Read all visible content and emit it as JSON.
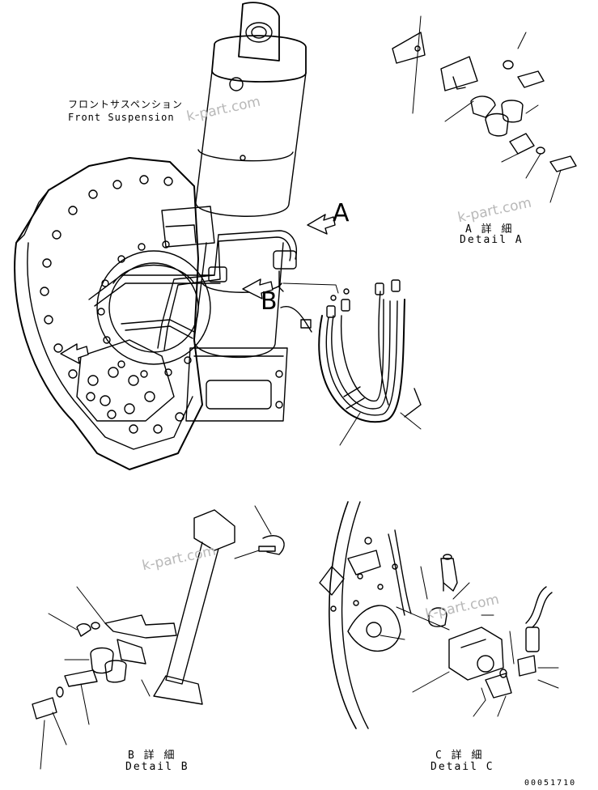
{
  "captions": {
    "front_jp": "フロントサスペンション",
    "front_en": "Front Suspension",
    "a_jp": "A 詳 細",
    "a_en": "Detail A",
    "b_jp": "B 詳 細",
    "b_en": "Detail B",
    "c_jp": "C 詳 細",
    "c_en": "Detail C"
  },
  "view_letters": {
    "a": "A",
    "b": "B"
  },
  "watermark": "k-part.com",
  "drawing_number": "00051710",
  "colors": {
    "line": "#000000",
    "background": "#ffffff",
    "watermark": "#b8b8b8"
  }
}
